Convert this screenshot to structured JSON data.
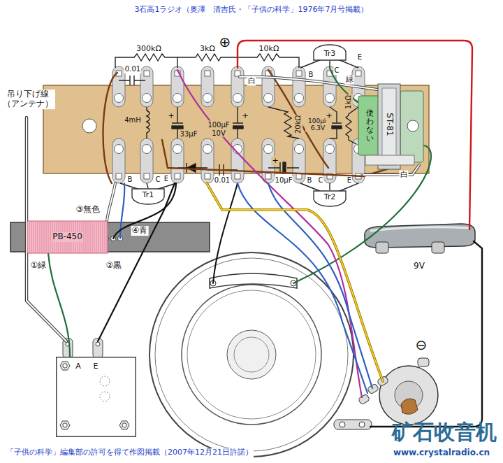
{
  "diagram": {
    "title": "3石高1ラジオ（奥澤　清吉氏・「子供の科学」1976年7月号掲載）",
    "caption": "「子供の科学」編集部の許可を得て作図掲載（2007年12月21日許諾）",
    "nodes": [
      {
        "text": [
          "Tr3"
        ]
      },
      {
        "text": [
          "ST-81",
          "使わない"
        ]
      },
      {
        "text": [
          "Tr1"
        ]
      },
      {
        "text": [
          "Tr2"
        ]
      },
      {
        "text": [
          "PB-450"
        ]
      },
      {
        "text": [
          "A",
          "E"
        ]
      }
    ],
    "edges": [
      {
        "from": 4,
        "to": 5,
        "arrow": "none"
      }
    ],
    "labels": [
      "吊り下げ線 （アンテナ）",
      "300kΩ",
      "0.01",
      "3kΩ",
      "10kΩ",
      "B",
      "C",
      "E",
      "緑",
      "白",
      "4mH",
      "+",
      "33μF",
      "100μF 10V",
      "+",
      "20kΩ",
      "100μF 6.3V",
      "+",
      "1kΩ",
      "白",
      "B",
      "C",
      "E",
      "0.01",
      "+",
      "10μF",
      "B",
      "C",
      "E",
      "③無色",
      "④青",
      "①緑",
      "②黒",
      "9V",
      "⊕",
      "⊖",
      "矿石收音机",
      "www.crystalradio.cn"
    ]
  }
}
